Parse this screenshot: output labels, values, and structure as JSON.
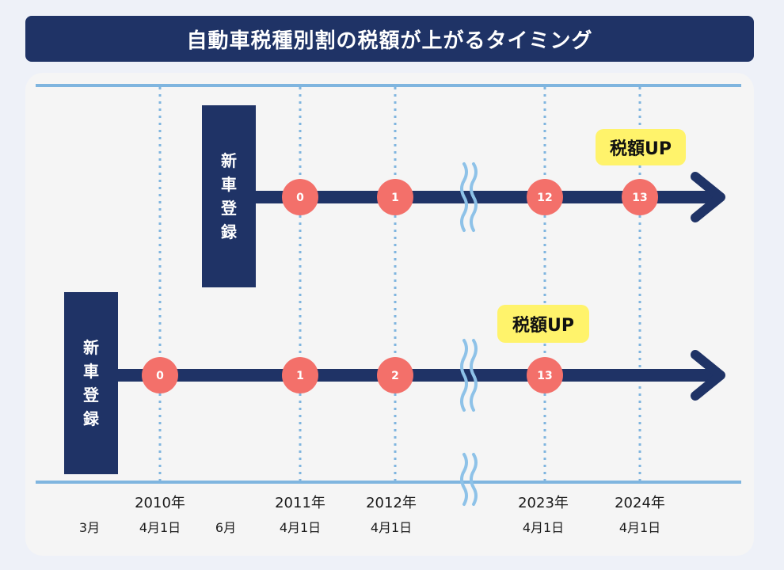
{
  "title": "自動車税種別割の税額が上がるタイミング",
  "register_label_chars": [
    "新",
    "車",
    "登",
    "録"
  ],
  "badge_text": "税額UP",
  "colors": {
    "navy": "#1f3366",
    "node": "#f3706a",
    "guide": "#7fb5df",
    "badge": "#fff36b",
    "break_mark": "#8ec2e8"
  },
  "timeline_top": {
    "nodes": [
      "0",
      "1",
      "12",
      "13"
    ]
  },
  "timeline_bottom": {
    "nodes": [
      "0",
      "1",
      "2",
      "13"
    ]
  },
  "axis_labels": {
    "bottom_start_month": "3月",
    "y2010": "2010年",
    "d2010": "4月1日",
    "top_start_month": "6月",
    "y2011": "2011年",
    "d2011": "4月1日",
    "y2012": "2012年",
    "d2012": "4月1日",
    "y2023": "2023年",
    "d2023": "4月1日",
    "y2024": "2024年",
    "d2024": "4月1日"
  }
}
